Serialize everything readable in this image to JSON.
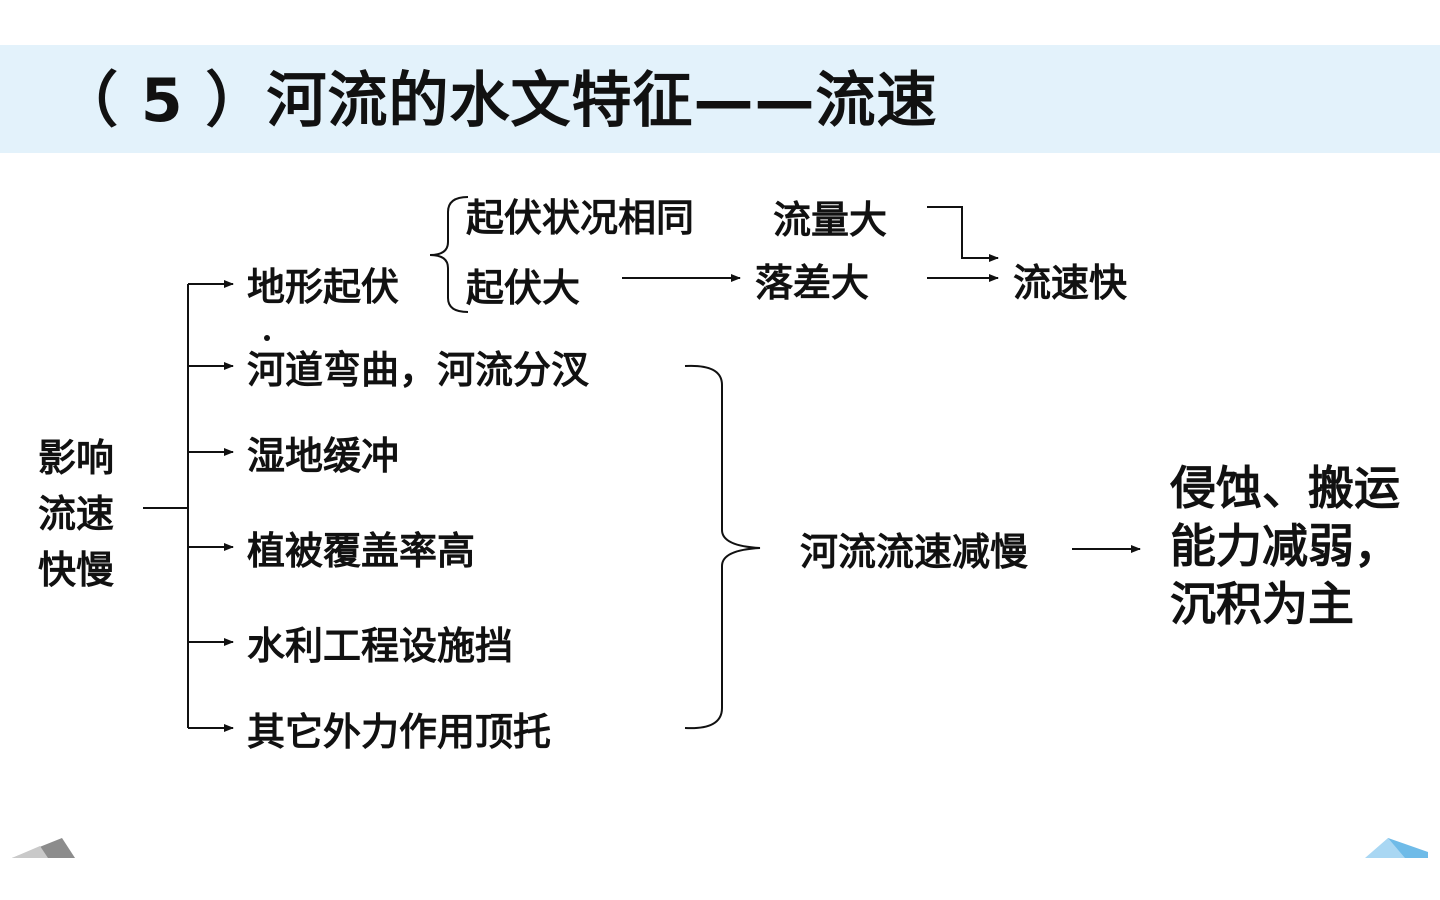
{
  "title": "（ 5 ）河流的水文特征——流速",
  "root": [
    "影响",
    "流速",
    "快慢"
  ],
  "factors": {
    "terrain": "地形起伏",
    "channel": "河道弯曲，河流分汊",
    "wetland": "湿地缓冲",
    "vegetation": "植被覆盖率高",
    "water_works": "水利工程设施挡",
    "other": "其它外力作用顶托"
  },
  "terrain_branches": {
    "same": "起伏状况相同",
    "large": "起伏大"
  },
  "middle": {
    "flow_large": "流量大",
    "drop_large": "落差大"
  },
  "fast": "流速快",
  "slow": "河流流速减慢",
  "result": [
    "侵蚀、搬运",
    "能力减弱，",
    "沉积为主"
  ]
}
